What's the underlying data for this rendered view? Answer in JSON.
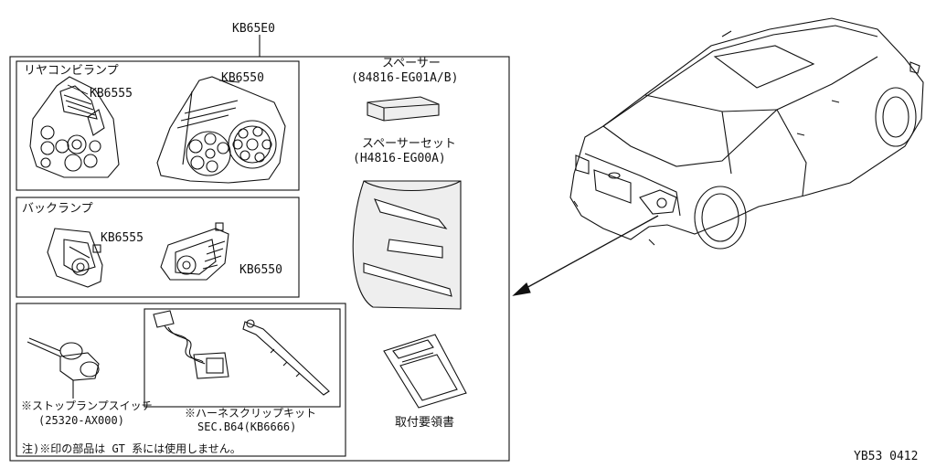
{
  "assembly_code": "KB65E0",
  "rear_combination_lamp": {
    "heading": "リヤコンビランプ",
    "left_part": "KB6555",
    "right_part": "KB6550"
  },
  "back_lamp": {
    "heading": "バックランプ",
    "left_part": "KB6555",
    "right_part": "KB6550"
  },
  "spacer": {
    "name": "スペーサー",
    "part_no": "(84816-EG01A/B)"
  },
  "spacer_set": {
    "name": "スペーサーセット",
    "part_no": "(H4816-EG00A)"
  },
  "stop_lamp_switch": {
    "name": "※ストップランプスイッチ",
    "part_no": "(25320-AX000)"
  },
  "harness_clip_kit": {
    "name": "※ハーネスクリップキット",
    "part_no": "SEC.B64(KB6666)"
  },
  "instruction_manual": "取付要領書",
  "footnote": "注)※印の部品は GT 系には使用しません。",
  "figure_code": "YB53 0412",
  "colors": {
    "line": "#111111",
    "background": "#ffffff",
    "panel": "#eeeeee"
  }
}
